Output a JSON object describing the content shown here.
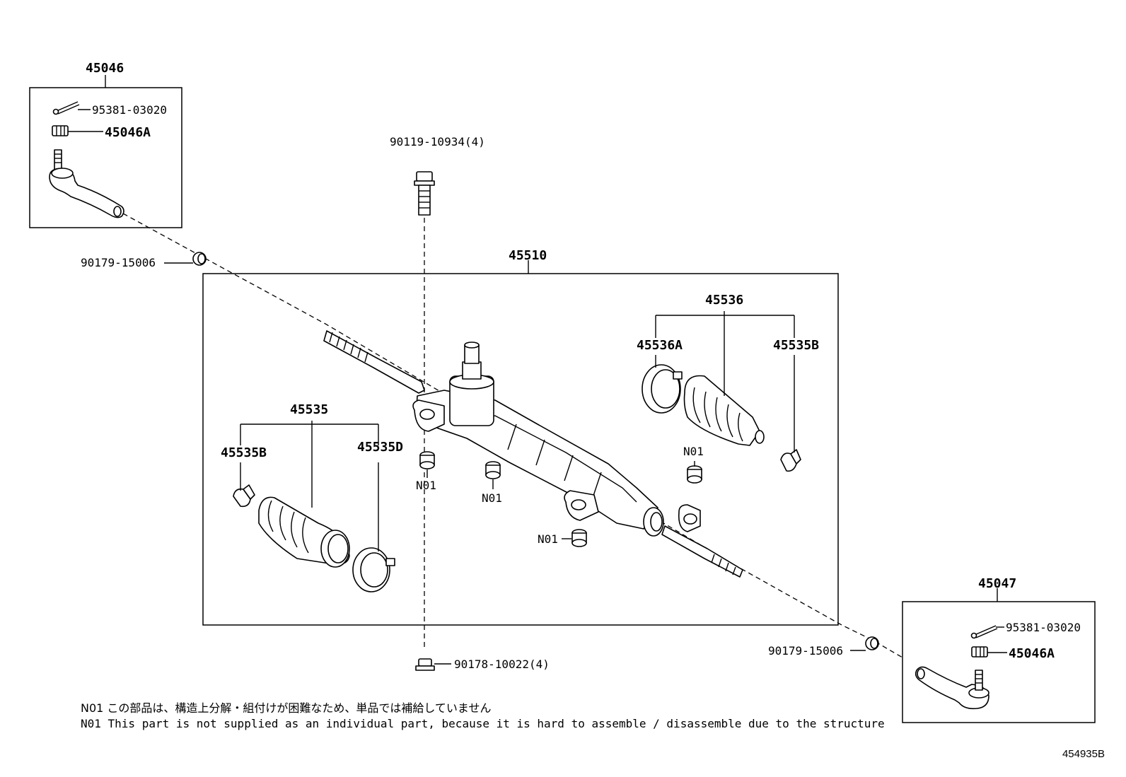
{
  "callouts": {
    "tie_rod_end_lh": "45046",
    "cotter_pin_lh": "95381-03020",
    "nut_lh": "45046A",
    "bolt": "90119-10934(4)",
    "jam_nut_lh": "90179-15006",
    "gear_assembly": "45510",
    "boot_kit_rh": "45536",
    "clamp_rh_a": "45536A",
    "clamp_rh_b": "45535B",
    "boot_kit_lh": "45535",
    "clamp_lh_b": "45535B",
    "clamp_lh_d": "45535D",
    "bushing_1": "N01",
    "bushing_2": "N01",
    "bushing_3": "N01",
    "bushing_4": "N01",
    "tie_rod_end_rh": "45047",
    "cotter_pin_rh": "95381-03020",
    "nut_rh": "45046A",
    "jam_nut_rh": "90179-15006",
    "nut_bottom": "90178-10022(4)"
  },
  "notes": {
    "jp": "N01 この部品は、構造上分解・組付けが困難なため、単品では補給していません",
    "en": "N01 This part is not supplied as an individual part, because it is hard to assemble / disassemble due to the structure"
  },
  "drawing_code": "454935B"
}
